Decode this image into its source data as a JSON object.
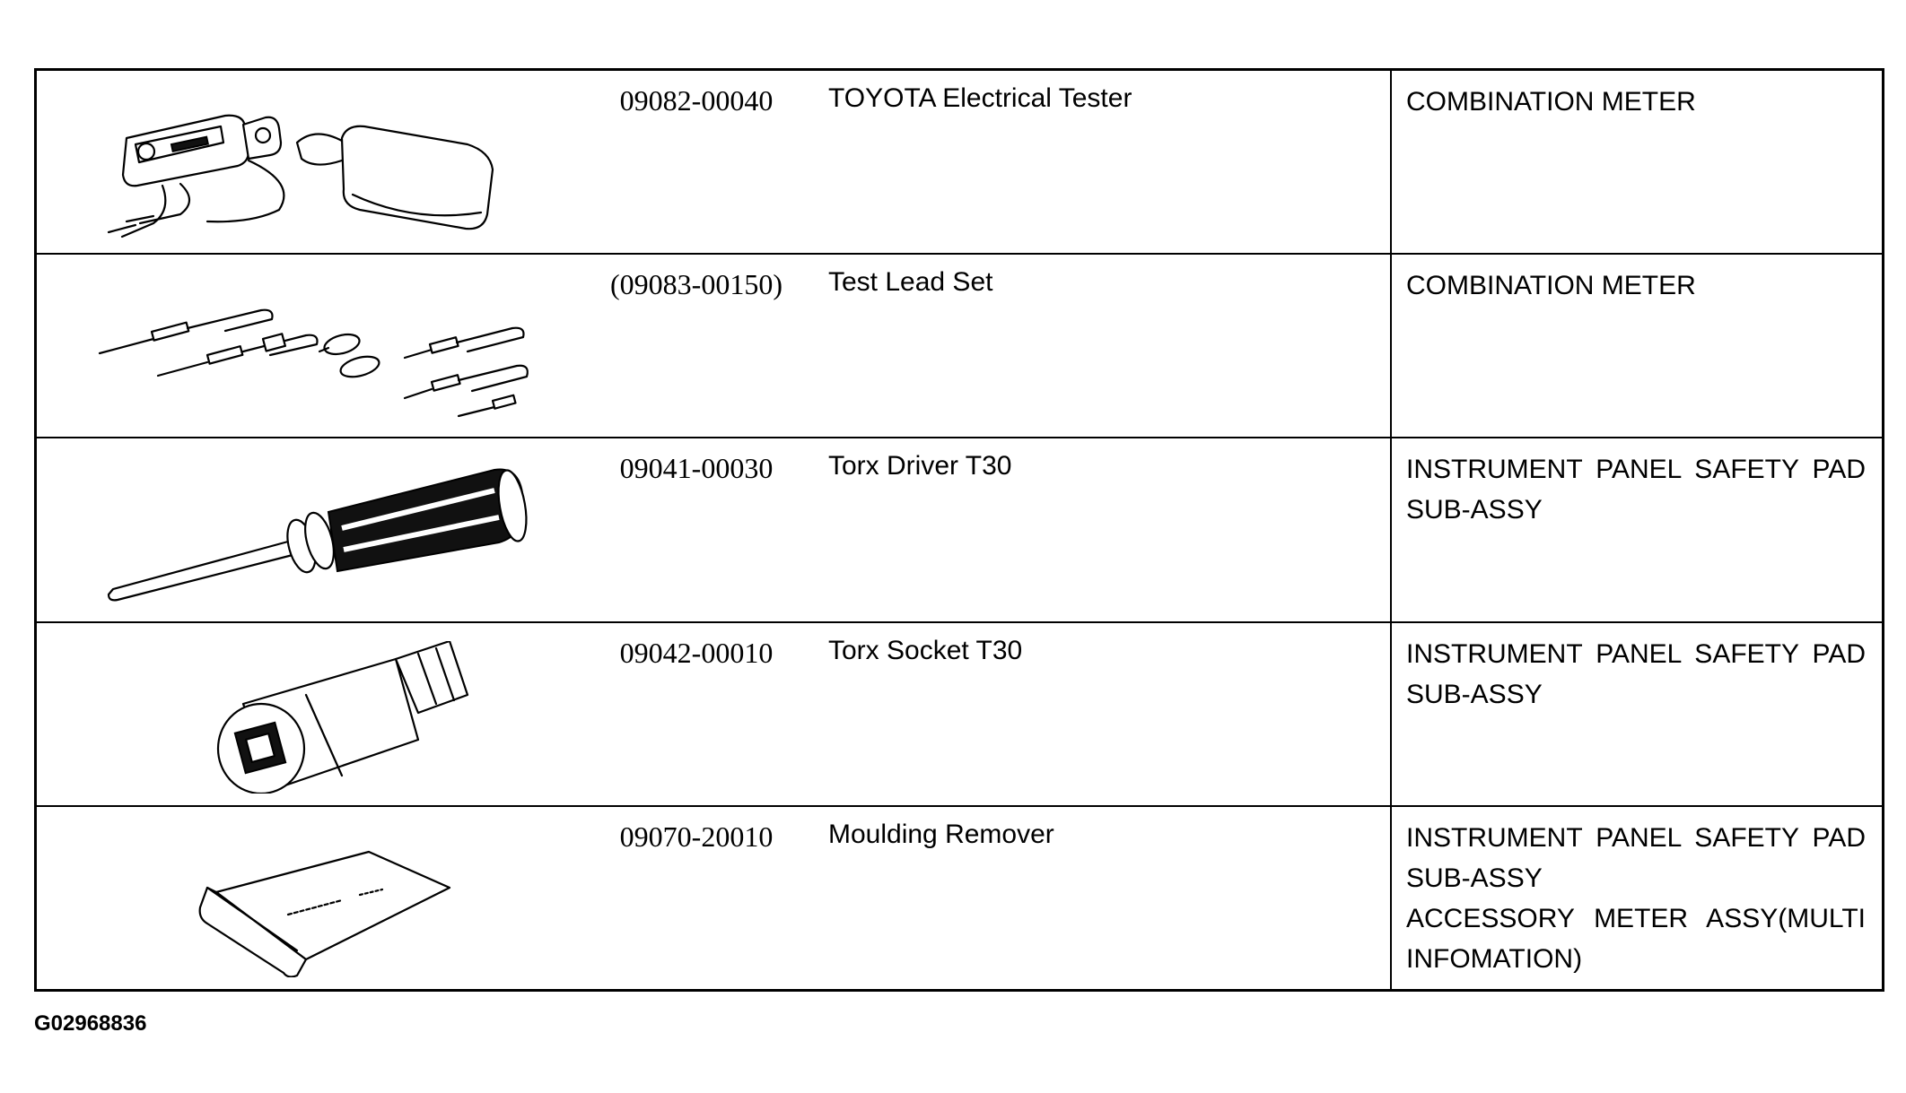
{
  "tools": [
    {
      "icon": "electrical-tester-illustration",
      "part_number": "09082-00040",
      "name": "TOYOTA Electrical Tester",
      "usage": [
        "COMBINATION METER"
      ]
    },
    {
      "icon": "test-lead-set-illustration",
      "part_number": "(09083-00150)",
      "name": "Test Lead Set",
      "usage": [
        "COMBINATION METER"
      ]
    },
    {
      "icon": "torx-driver-illustration",
      "part_number": "09041-00030",
      "name": "Torx Driver T30",
      "usage": [
        "INSTRUMENT PANEL SAFETY PAD",
        "SUB-ASSY"
      ]
    },
    {
      "icon": "torx-socket-illustration",
      "part_number": "09042-00010",
      "name": "Torx Socket T30",
      "usage": [
        "INSTRUMENT PANEL SAFETY PAD",
        "SUB-ASSY"
      ]
    },
    {
      "icon": "moulding-remover-illustration",
      "part_number": "09070-20010",
      "name": "Moulding Remover",
      "usage": [
        "INSTRUMENT PANEL SAFETY PAD",
        "SUB-ASSY",
        "ACCESSORY METER ASSY(MULTI",
        "INFOMATION)"
      ]
    }
  ],
  "figure_id": "G02968836"
}
